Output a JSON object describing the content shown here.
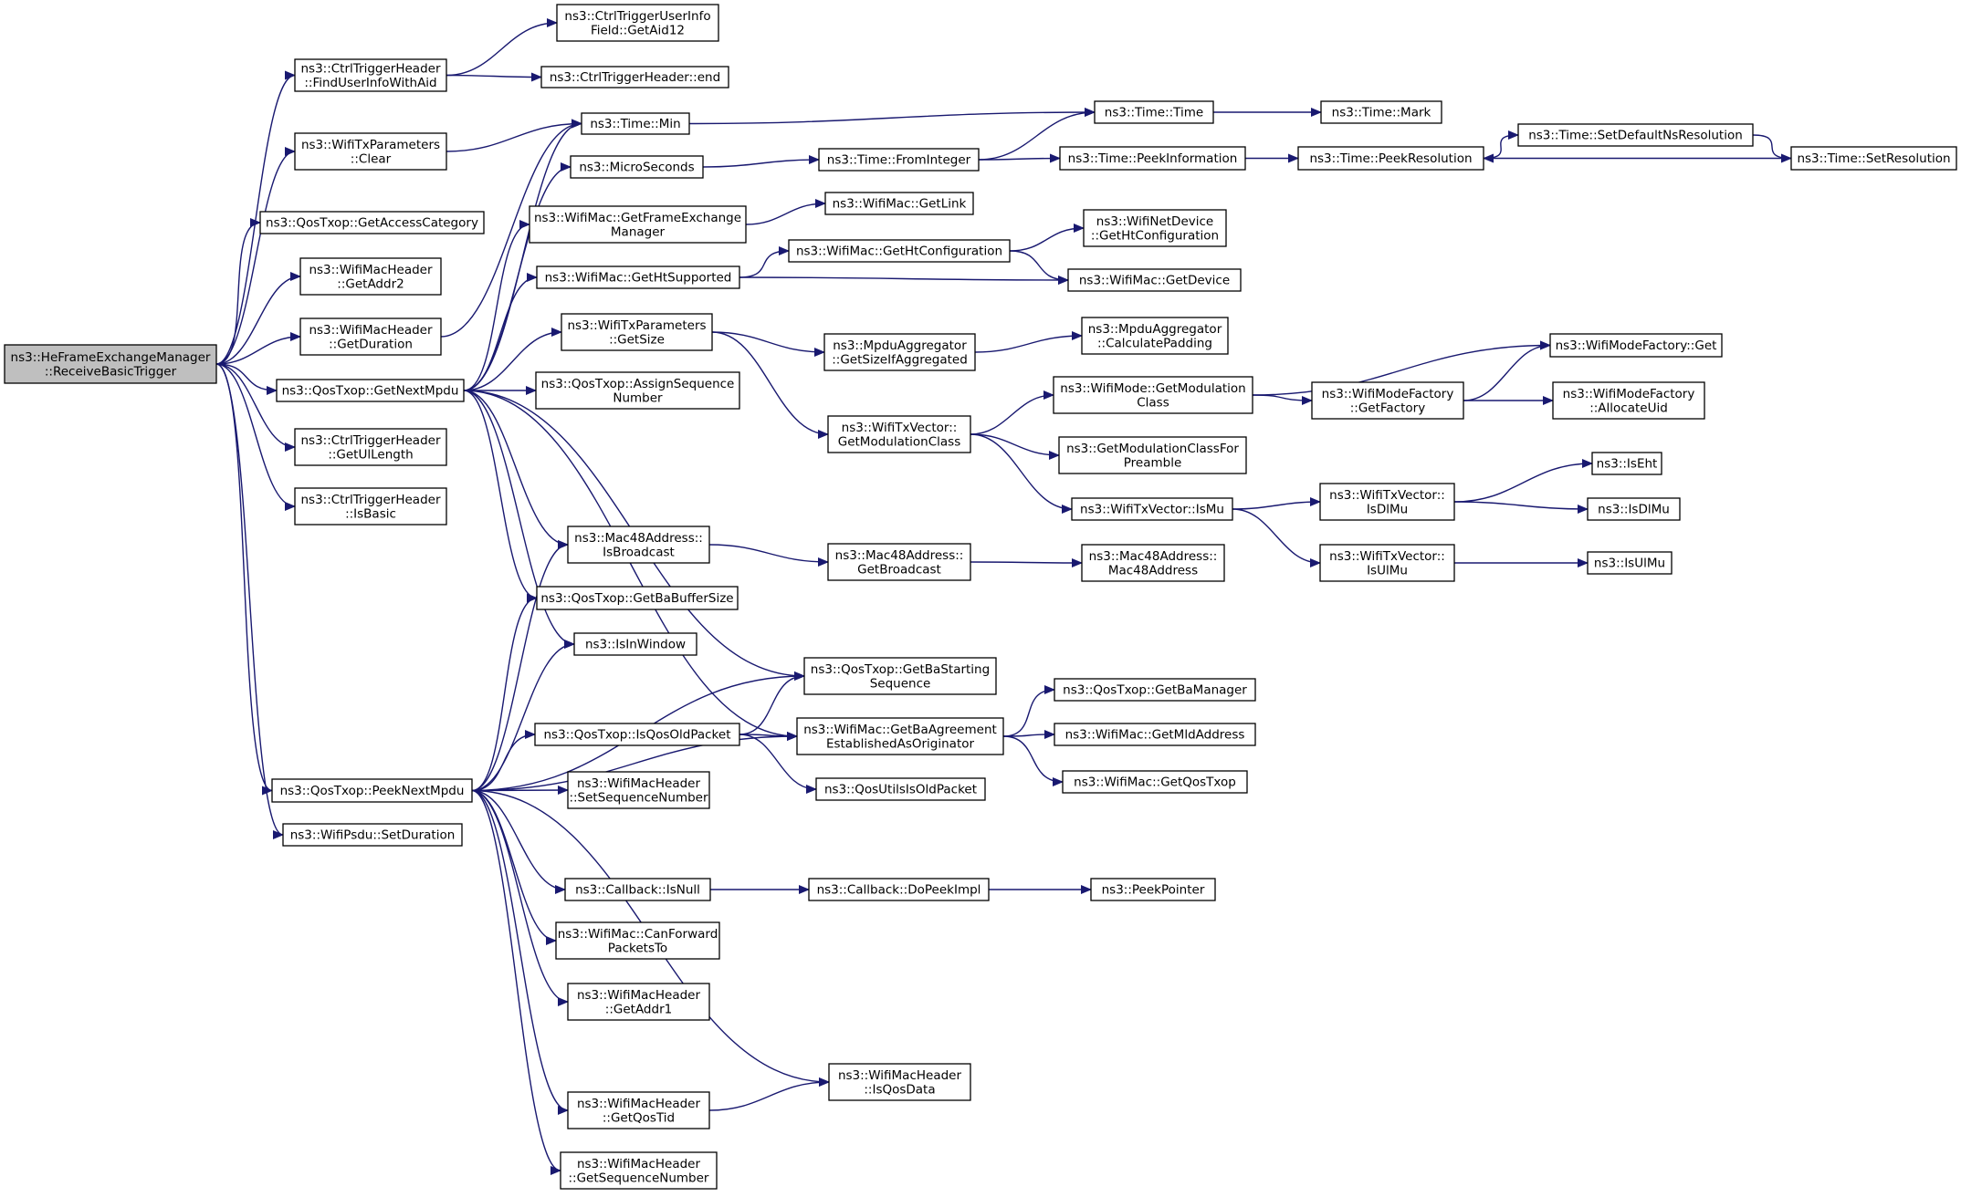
{
  "diagram": {
    "kind": "call-graph",
    "colors": {
      "edge": "#191970",
      "node_border": "#000000",
      "node_fill": "#ffffff",
      "root_fill": "#bfbfbf"
    },
    "nodes": {
      "root": [
        "ns3::HeFrameExchangeManager",
        "::ReceiveBasicTrigger"
      ],
      "findUserInfo": [
        "ns3::CtrlTriggerHeader",
        "::FindUserInfoWithAid"
      ],
      "getAid12": [
        "ns3::CtrlTriggerUserInfo",
        "Field::GetAid12"
      ],
      "ctrlEnd": [
        "ns3::CtrlTriggerHeader::end"
      ],
      "txParamsClear": [
        "ns3::WifiTxParameters",
        "::Clear"
      ],
      "timeMin": [
        "ns3::Time::Min"
      ],
      "timeTime": [
        "ns3::Time::Time"
      ],
      "timeMark": [
        "ns3::Time::Mark"
      ],
      "getAccessCategory": [
        "ns3::QosTxop::GetAccessCategory"
      ],
      "microSeconds": [
        "ns3::MicroSeconds"
      ],
      "fromInteger": [
        "ns3::Time::FromInteger"
      ],
      "peekInformation": [
        "ns3::Time::PeekInformation"
      ],
      "peekResolution": [
        "ns3::Time::PeekResolution"
      ],
      "setDefaultNsResolution": [
        "ns3::Time::SetDefaultNsResolution"
      ],
      "setResolution": [
        "ns3::Time::SetResolution"
      ],
      "getAddr2": [
        "ns3::WifiMacHeader",
        "::GetAddr2"
      ],
      "getFrameExchangeManager": [
        "ns3::WifiMac::GetFrameExchange",
        "Manager"
      ],
      "getLink": [
        "ns3::WifiMac::GetLink"
      ],
      "getDuration": [
        "ns3::WifiMacHeader",
        "::GetDuration"
      ],
      "getHtSupported": [
        "ns3::WifiMac::GetHtSupported"
      ],
      "getHtConfiguration": [
        "ns3::WifiMac::GetHtConfiguration"
      ],
      "netDeviceGetHtConfiguration": [
        "ns3::WifiNetDevice",
        "::GetHtConfiguration"
      ],
      "getDevice": [
        "ns3::WifiMac::GetDevice"
      ],
      "txParamsGetSize": [
        "ns3::WifiTxParameters",
        "::GetSize"
      ],
      "getSizeIfAggregated": [
        "ns3::MpduAggregator",
        "::GetSizeIfAggregated"
      ],
      "calculatePadding": [
        "ns3::MpduAggregator",
        "::CalculatePadding"
      ],
      "getNextMpdu": [
        "ns3::QosTxop::GetNextMpdu"
      ],
      "assignSequenceNumber": [
        "ns3::QosTxop::AssignSequence",
        "Number"
      ],
      "modeFactoryGet": [
        "ns3::WifiModeFactory::Get"
      ],
      "getModulation": [
        "ns3::WifiMode::GetModulation",
        "Class"
      ],
      "getFactory": [
        "ns3::WifiModeFactory",
        "::GetFactory"
      ],
      "allocateUid": [
        "ns3::WifiModeFactory",
        "::AllocateUid"
      ],
      "txVectorGetModulationClass": [
        "ns3::WifiTxVector::",
        "GetModulationClass"
      ],
      "getUlLength": [
        "ns3::CtrlTriggerHeader",
        "::GetUlLength"
      ],
      "getModulationClassForPreamble": [
        "ns3::GetModulationClassFor",
        "Preamble"
      ],
      "isEht": [
        "ns3::IsEht"
      ],
      "isMu": [
        "ns3::WifiTxVector::IsMu"
      ],
      "txVectorIsDlMu": [
        "ns3::WifiTxVector::",
        "IsDlMu"
      ],
      "isDlMu": [
        "ns3::IsDlMu"
      ],
      "isBasic": [
        "ns3::CtrlTriggerHeader",
        "::IsBasic"
      ],
      "isBroadcast": [
        "ns3::Mac48Address::",
        "IsBroadcast"
      ],
      "getBroadcast": [
        "ns3::Mac48Address::",
        "GetBroadcast"
      ],
      "mac48Address": [
        "ns3::Mac48Address::",
        "Mac48Address"
      ],
      "txVectorIsUlMu": [
        "ns3::WifiTxVector::",
        "IsUlMu"
      ],
      "isUlMu": [
        "ns3::IsUlMu"
      ],
      "getBaBufferSize": [
        "ns3::QosTxop::GetBaBufferSize"
      ],
      "isInWindow": [
        "ns3::IsInWindow"
      ],
      "getBaStartingSequence": [
        "ns3::QosTxop::GetBaStarting",
        "Sequence"
      ],
      "getBaManager": [
        "ns3::QosTxop::GetBaManager"
      ],
      "isQosOldPacket": [
        "ns3::QosTxop::IsQosOldPacket"
      ],
      "getBaAgreement": [
        "ns3::WifiMac::GetBaAgreement",
        "EstablishedAsOriginator"
      ],
      "getMldAddress": [
        "ns3::WifiMac::GetMldAddress"
      ],
      "getQosTxop": [
        "ns3::WifiMac::GetQosTxop"
      ],
      "setSequenceNumber": [
        "ns3::WifiMacHeader",
        "::SetSequenceNumber"
      ],
      "peekNextMpdu": [
        "ns3::QosTxop::PeekNextMpdu"
      ],
      "qosUtilsIsOldPacket": [
        "ns3::QosUtilsIsOldPacket"
      ],
      "psduSetDuration": [
        "ns3::WifiPsdu::SetDuration"
      ],
      "callbackIsNull": [
        "ns3::Callback::IsNull"
      ],
      "doPeekImpl": [
        "ns3::Callback::DoPeekImpl"
      ],
      "peekPointer": [
        "ns3::PeekPointer"
      ],
      "canForwardPacketsTo": [
        "ns3::WifiMac::CanForward",
        "PacketsTo"
      ],
      "getAddr1": [
        "ns3::WifiMacHeader",
        "::GetAddr1"
      ],
      "isQosData": [
        "ns3::WifiMacHeader",
        "::IsQosData"
      ],
      "getQosTid": [
        "ns3::WifiMacHeader",
        "::GetQosTid"
      ],
      "getSequenceNumber": [
        "ns3::WifiMacHeader",
        "::GetSequenceNumber"
      ]
    }
  }
}
